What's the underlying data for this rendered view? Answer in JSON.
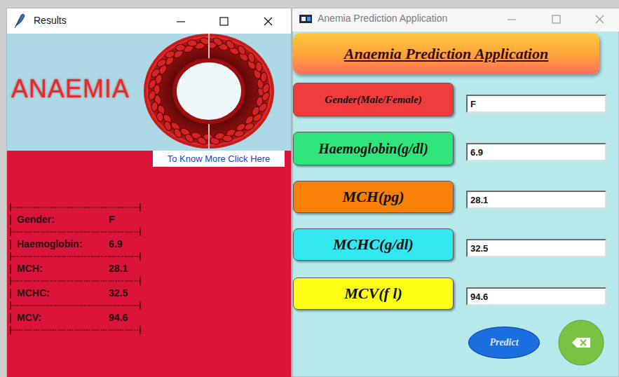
{
  "diagram": {
    "nodes": [
      {
        "text": [
          "Results"
        ]
      },
      {
        "text": [
          "To Know More Click Here"
        ],
        "in": 0
      },
      {
        "text": [
          "Gender:",
          "F"
        ],
        "in": 0
      },
      {
        "text": [
          "Haemoglobin:",
          "6.9"
        ],
        "in": 0
      },
      {
        "text": [
          "MCH:",
          "28.1"
        ],
        "in": 0
      },
      {
        "text": [
          "MCHC:",
          "32.5"
        ],
        "in": 0
      },
      {
        "text": [
          "MCV:",
          "94.6"
        ],
        "in": 0
      },
      {
        "text": [
          "Anemia Prediction Application"
        ]
      },
      {
        "text": [
          "Anaemia Prediction Application"
        ],
        "in": 7
      },
      {
        "text": [
          "Gender(Male/Female)"
        ],
        "in": 7
      },
      {
        "text": [
          "F"
        ],
        "in": 7
      },
      {
        "text": [
          "Haemoglobin(g/dl)"
        ],
        "in": 7
      },
      {
        "text": [
          "6.9"
        ],
        "in": 7
      },
      {
        "text": [
          "MCH(pg)"
        ],
        "in": 7
      },
      {
        "text": [
          "28.1"
        ],
        "in": 7
      },
      {
        "text": [
          "MCHC(g/dl)"
        ],
        "in": 7
      },
      {
        "text": [
          "32.5"
        ],
        "in": 7
      },
      {
        "text": [
          "MCV(f l)"
        ],
        "in": 7
      },
      {
        "text": [
          "94.6"
        ],
        "in": 7
      },
      {
        "text": [
          "Predict"
        ],
        "in": 7
      }
    ],
    "labels": [
      "ANAEMIA"
    ]
  }
}
